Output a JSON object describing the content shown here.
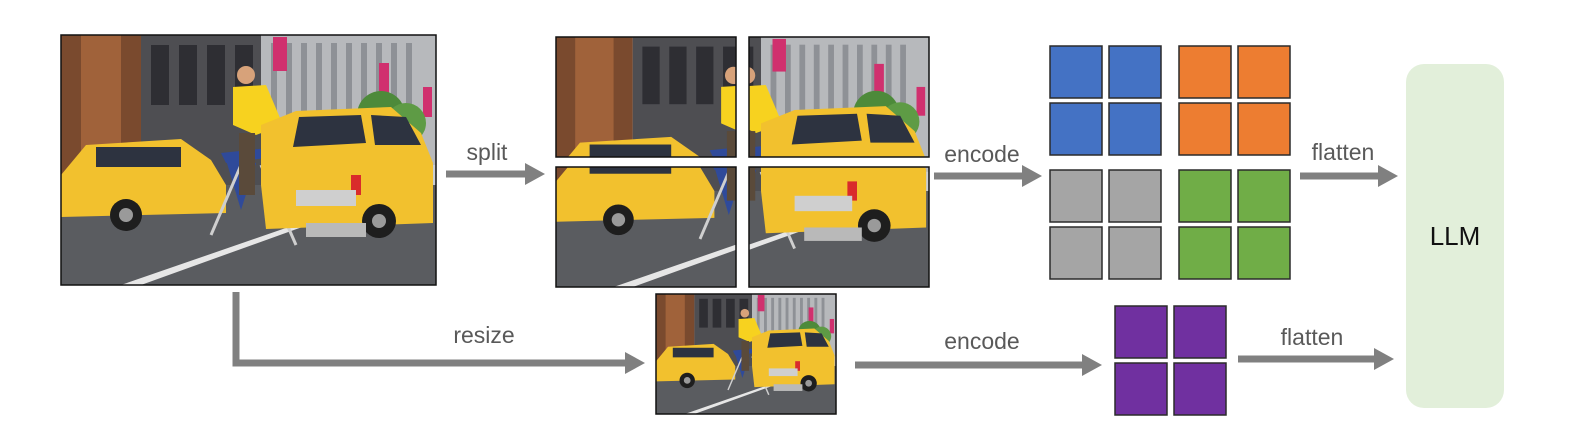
{
  "labels": {
    "split": "split",
    "encode_top": "encode",
    "flatten_top": "flatten",
    "resize": "resize",
    "encode_bottom": "encode",
    "flatten_bottom": "flatten",
    "llm": "LLM"
  },
  "colors": {
    "blue": "#4472C4",
    "orange": "#ED7D31",
    "gray": "#A5A5A5",
    "green": "#70AD47",
    "purple": "#7030A0",
    "llm_fill": "#E2EFDA",
    "arrow": "#808080",
    "taxi_yellow": "#F2C12E",
    "sky": "#BFC8D2",
    "road": "#5A5C60"
  },
  "token_groups": [
    {
      "name": "blue-token-group",
      "color": "blue"
    },
    {
      "name": "orange-token-group",
      "color": "orange"
    },
    {
      "name": "gray-token-group",
      "color": "gray"
    },
    {
      "name": "green-token-group",
      "color": "green"
    },
    {
      "name": "purple-token-group",
      "color": "purple"
    }
  ]
}
